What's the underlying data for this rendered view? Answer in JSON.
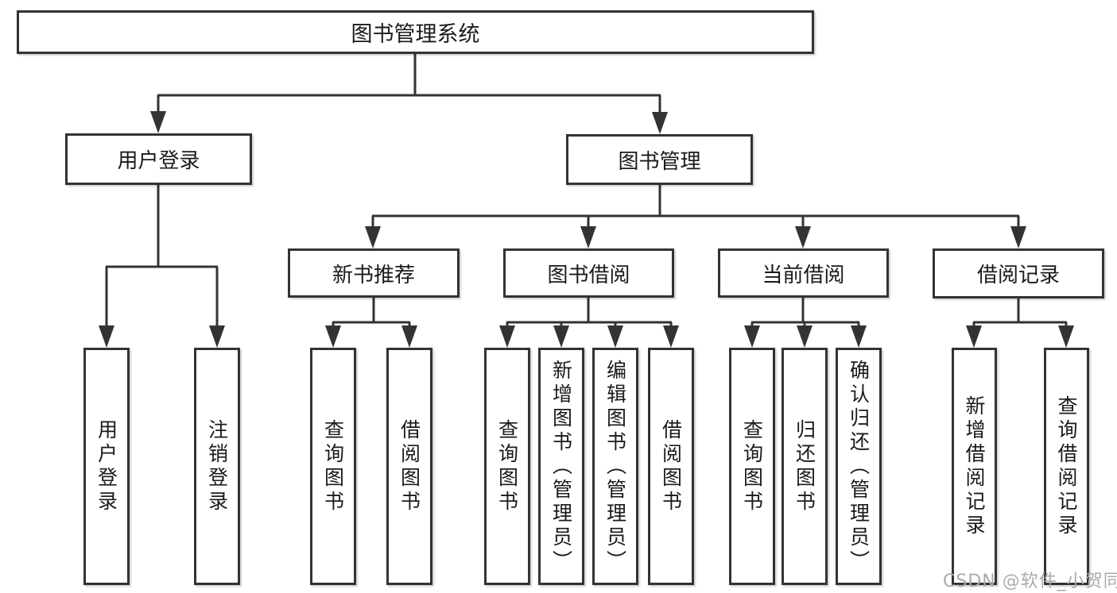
{
  "tree": {
    "label": "图书管理系统",
    "children": [
      {
        "label": "用户登录",
        "children": [
          {
            "label": "用户登录"
          },
          {
            "label": "注销登录"
          }
        ]
      },
      {
        "label": "图书管理",
        "children": [
          {
            "label": "新书推荐",
            "children": [
              {
                "label": "查询图书"
              },
              {
                "label": "借阅图书"
              }
            ]
          },
          {
            "label": "图书借阅",
            "children": [
              {
                "label": "查询图书"
              },
              {
                "label": "新增图书（管理员）"
              },
              {
                "label": "编辑图书（管理员）"
              },
              {
                "label": "借阅图书"
              }
            ]
          },
          {
            "label": "当前借阅",
            "children": [
              {
                "label": "查询图书"
              },
              {
                "label": "归还图书"
              },
              {
                "label": "确认归还（管理员）"
              }
            ]
          },
          {
            "label": "借阅记录",
            "children": [
              {
                "label": "新增借阅记录"
              },
              {
                "label": "查询借阅记录"
              }
            ]
          }
        ]
      }
    ]
  },
  "colors": {
    "line": "#333333",
    "text": "#1a1a1a",
    "watermark_gray": "#ababab"
  },
  "watermark": {
    "text": "CSDN @软件_小贺同学"
  }
}
